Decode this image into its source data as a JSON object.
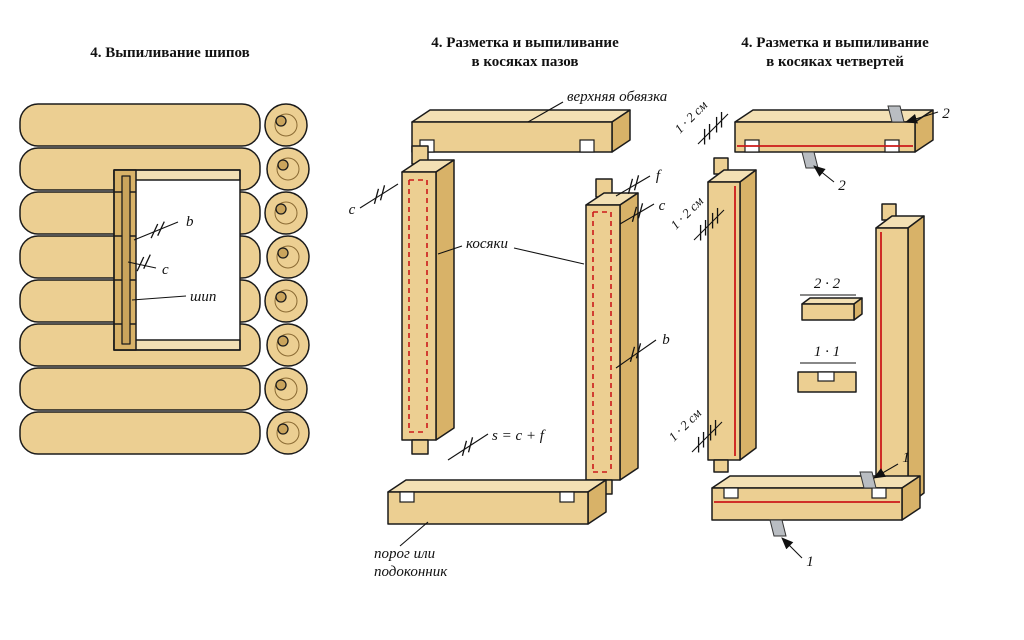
{
  "colors": {
    "wood_light": "#f3e0b4",
    "wood_main": "#eccf92",
    "wood_side": "#d8b268",
    "outline": "#1b1b1b",
    "marking_red": "#cc1a1a",
    "pennant_gray": "#b9bdc2",
    "background": "#ffffff"
  },
  "panels": {
    "tenons": {
      "title": "4. Выпиливание шипов",
      "labels": {
        "b": "b",
        "c": "c",
        "tenon": "шип"
      }
    },
    "grooves": {
      "title_line1": "4. Разметка и выпиливание",
      "title_line2": "в косяках пазов",
      "labels": {
        "top_beam": "верхняя обвязка",
        "jambs": "косяки",
        "dim_c_left": "c",
        "dim_f": "f",
        "dim_c_right": "c",
        "dim_b": "b",
        "dim_s": "s = c + f",
        "bottom_beam_line1": "порог или",
        "bottom_beam_line2": "подоконник"
      }
    },
    "quarters": {
      "title_line1": "4. Разметка и выпиливание",
      "title_line2": "в косяках четвертей",
      "labels": {
        "dim_top": "1 · 2 см",
        "dim_mid": "1 · 2 см",
        "dim_bottom": "1 · 2 см",
        "arrow_2_top": "2",
        "arrow_2_bottom": "2",
        "arrow_1_top": "1",
        "arrow_1_bottom": "1",
        "section_2x2": "2 · 2",
        "section_1x1": "1 · 1"
      }
    }
  }
}
